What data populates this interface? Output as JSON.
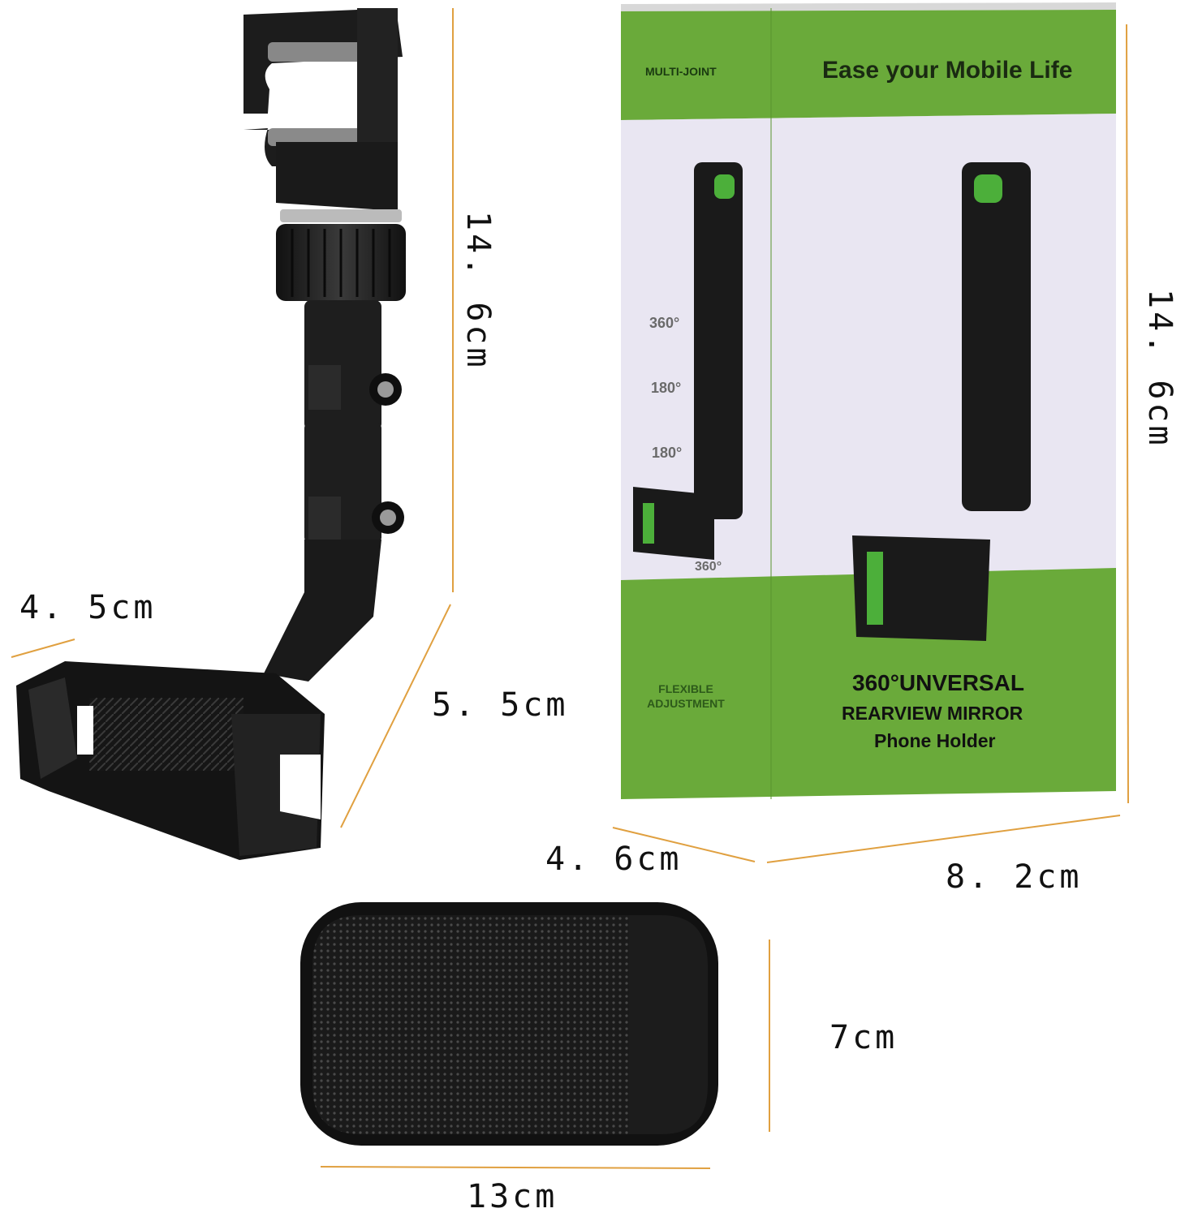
{
  "dimensions": {
    "holder_height": "14. 6cm",
    "holder_width": "4. 5cm",
    "holder_arm": "5. 5cm",
    "box_height": "14. 6cm",
    "box_depth": "4. 6cm",
    "box_width": "8. 2cm",
    "pad_height": "7cm",
    "pad_width": "13cm"
  },
  "box": {
    "badge_top": "MULTI-JOINT",
    "slogan": "Ease your Mobile Life",
    "angle_1": "360°",
    "angle_2": "180°",
    "angle_3": "180°",
    "angle_4": "360°",
    "side_text": "FLEXIBLE ADJUSTMENT",
    "title_line1": "360°UNVERSAL",
    "title_line2": "REARVIEW MIRROR",
    "title_line3": "Phone Holder"
  },
  "colors": {
    "box_green": "#6aaa3a",
    "box_light": "#e9e6f2",
    "guide_line": "#e0a040",
    "product_black": "#1e1e1e"
  }
}
